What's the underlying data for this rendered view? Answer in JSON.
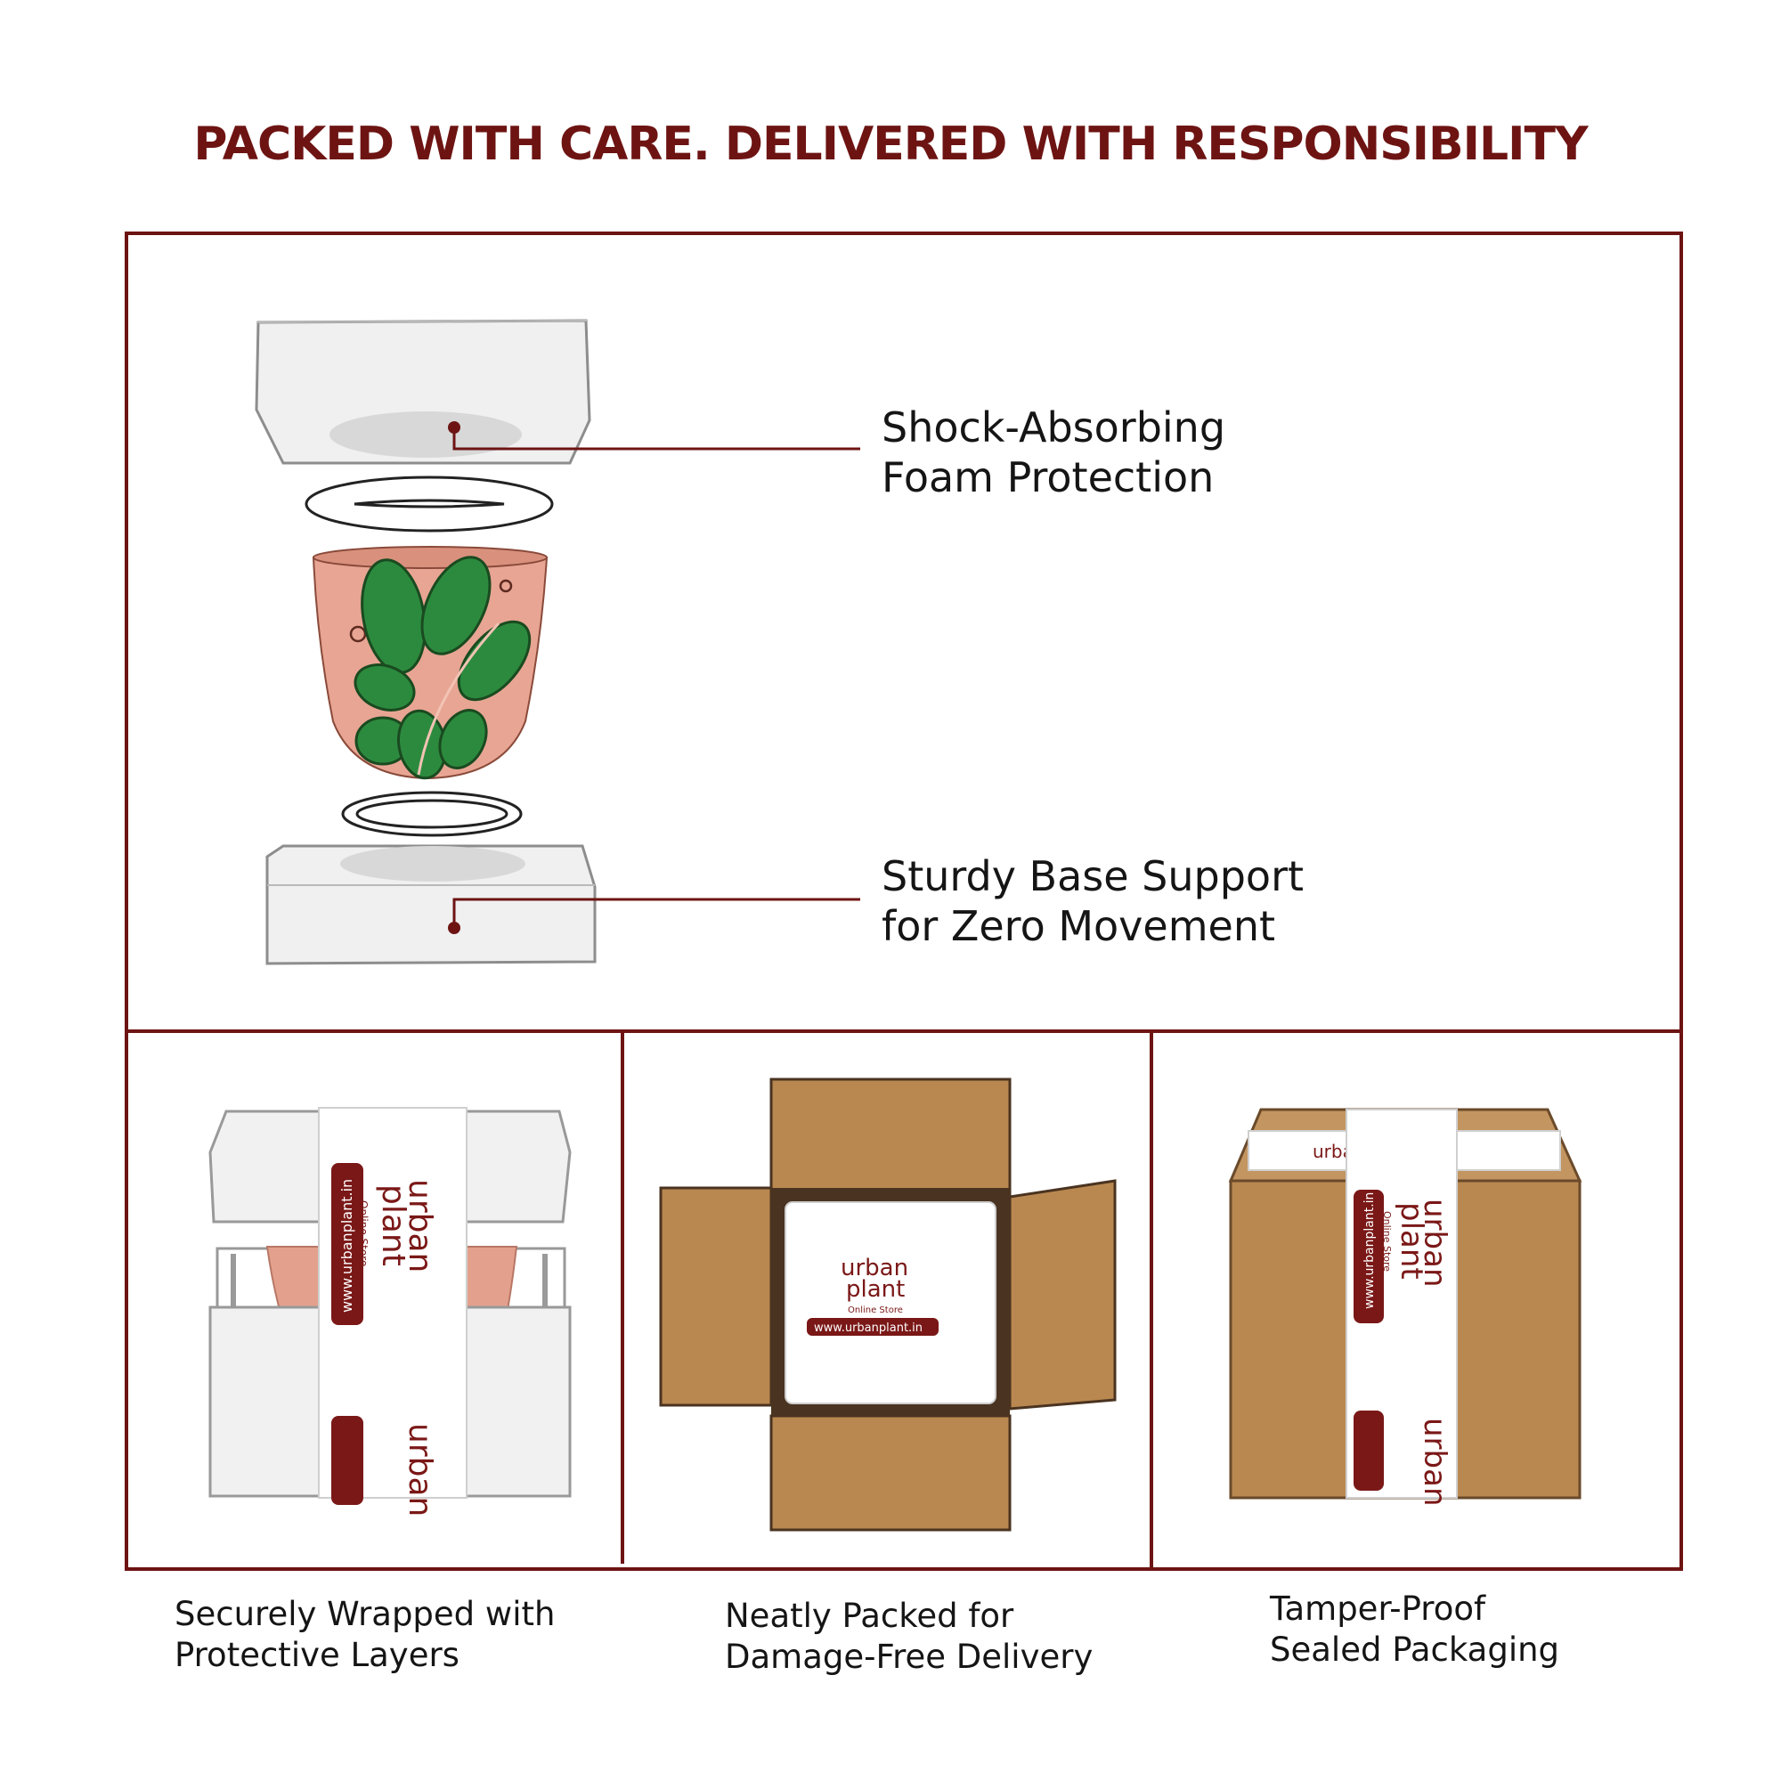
{
  "page": {
    "title": "PACKED WITH CARE. DELIVERED WITH RESPONSIBILITY"
  },
  "feature_top": {
    "foam_label": [
      "Shock-Absorbing",
      "Foam Protection"
    ],
    "base_label": [
      "Sturdy Base Support",
      "for Zero Movement"
    ]
  },
  "panels": [
    {
      "caption": [
        "Securely Wrapped with",
        "Protective Layers"
      ]
    },
    {
      "caption": [
        "Neatly Packed for",
        "Damage-Free Delivery"
      ]
    },
    {
      "caption": [
        "Tamper-Proof",
        "Sealed Packaging"
      ]
    }
  ],
  "brand": {
    "name_line1": "urban",
    "name_line2": "plant",
    "tagline": "Online Store",
    "url": "www.urbanplant.in"
  },
  "colors": {
    "accent": "#6d1413",
    "foam": "#f1f1f1",
    "terracotta": "#e8a593",
    "leaf": "#1f8a3b",
    "cardboard": "#b98850"
  }
}
